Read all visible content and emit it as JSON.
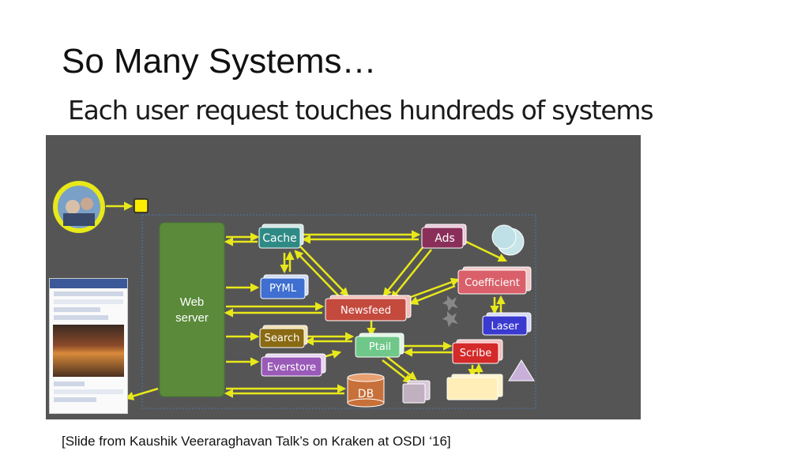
{
  "slide": {
    "title": "So Many Systems…",
    "subtitle": "Each user request touches hundreds of systems",
    "footer": "[Slide from Kaushik Veeraraghavan Talk’s on Kraken at OSDI ‘16]"
  },
  "diagram": {
    "web_server": [
      "Web",
      "server"
    ],
    "nodes": {
      "cache": "Cache",
      "ads": "Ads",
      "pyml": "PYML",
      "coefficient": "Coefficient",
      "newsfeed": "Newsfeed",
      "laser": "Laser",
      "search": "Search",
      "ptail": "Ptail",
      "scribe": "Scribe",
      "everstore": "Everstore",
      "db": "DB"
    },
    "colors": {
      "background": "#555555",
      "web_server": "#5a8a3a",
      "arrow": "#e8e81a",
      "cache": "#2f8a86",
      "ads": "#8a2f5a",
      "pyml": "#3f6fd0",
      "coefficient": "#d9606a",
      "newsfeed": "#c44a3e",
      "laser": "#3a3ad0",
      "search": "#8a6a12",
      "ptail": "#6fc88a",
      "scribe": "#d42a2a",
      "everstore": "#9a5ab8",
      "db": "#c8703a"
    }
  }
}
